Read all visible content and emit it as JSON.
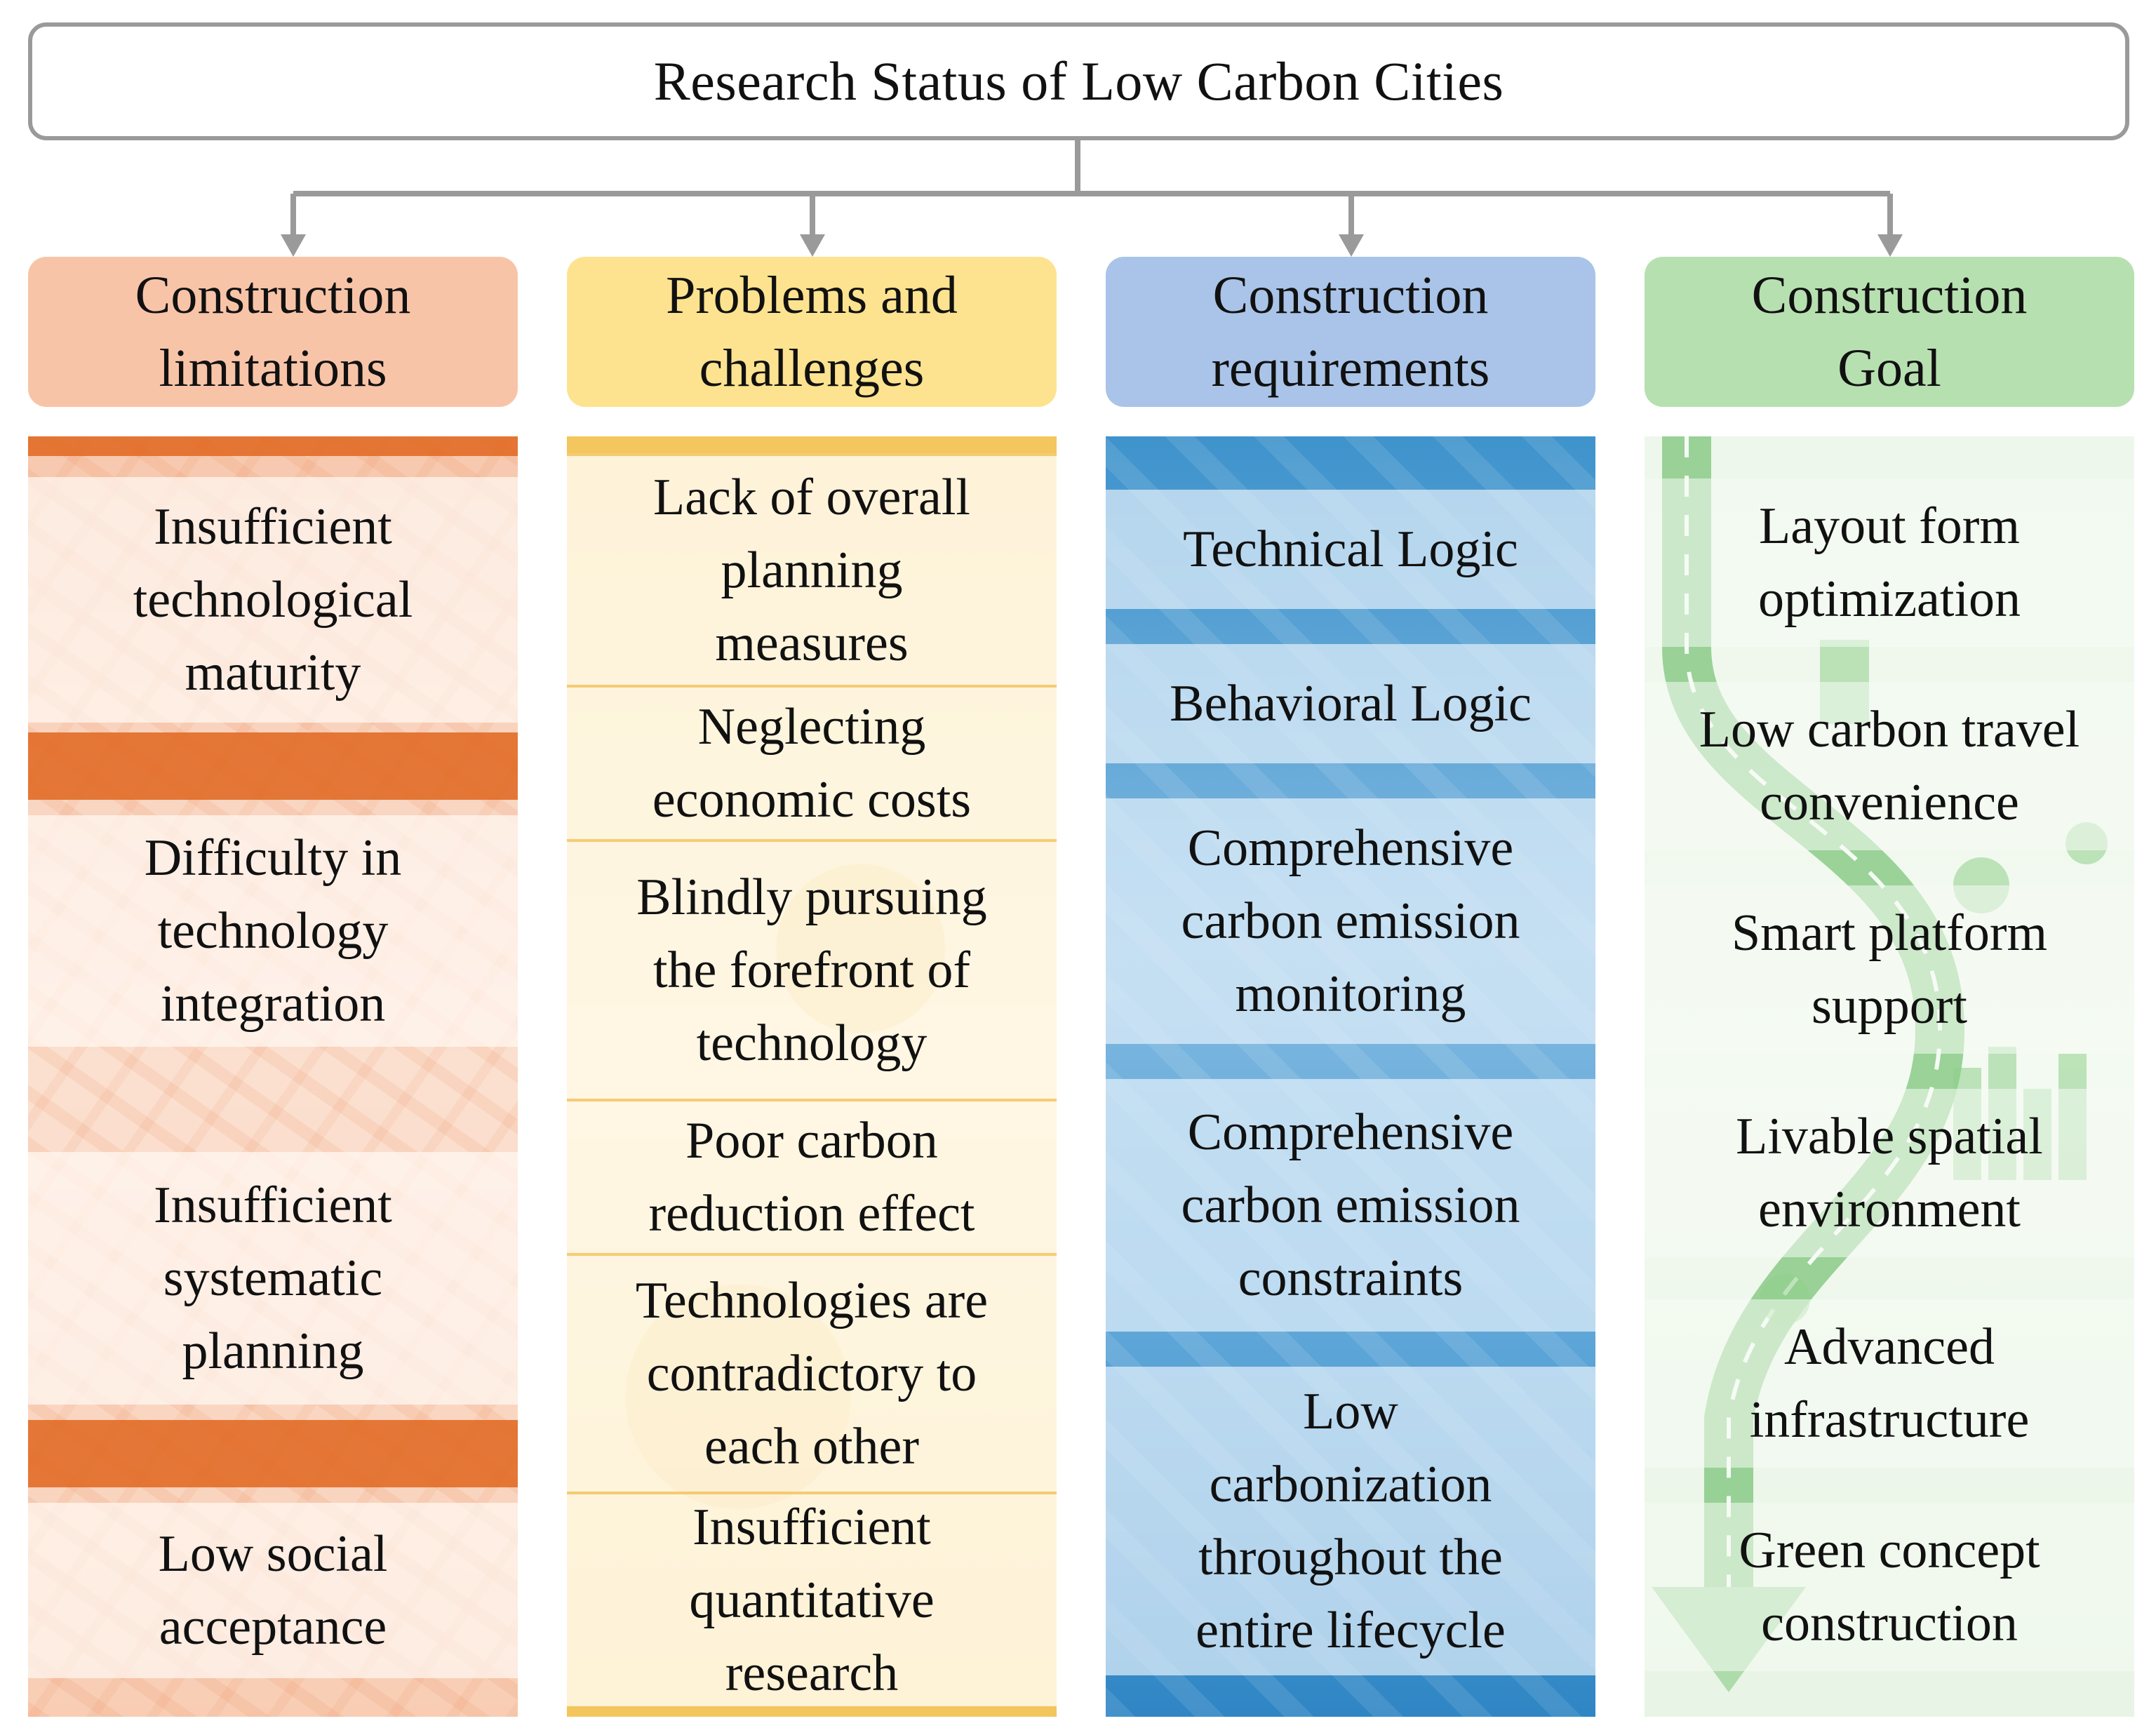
{
  "title": "Research Status of Low Carbon Cities",
  "columns": [
    {
      "header": "Construction\nlimitations",
      "color": "#f8c4a8",
      "items": [
        "Insufficient\ntechnological\nmaturity",
        "Difficulty in\ntechnology\nintegration",
        "Insufficient\nsystematic\nplanning",
        "Low social\nacceptance"
      ]
    },
    {
      "header": "Problems and\nchallenges",
      "color": "#fde38f",
      "items": [
        "Lack of overall\nplanning\nmeasures",
        "Neglecting\neconomic costs",
        "Blindly pursuing\nthe forefront of\ntechnology",
        "Poor carbon\nreduction effect",
        "Technologies are\ncontradictory to\neach other",
        "Insufficient\nquantitative\nresearch"
      ]
    },
    {
      "header": "Construction\nrequirements",
      "color": "#a9c4e8",
      "items": [
        "Technical Logic",
        "Behavioral Logic",
        "Comprehensive\ncarbon emission\nmonitoring",
        "Comprehensive\ncarbon emission\nconstraints",
        "Low\ncarbonization\nthroughout the\nentire lifecycle"
      ]
    },
    {
      "header": "Construction\nGoal",
      "color": "#b7e0b0",
      "items": [
        "Layout form\noptimization",
        "Low carbon travel\nconvenience",
        "Smart platform\nsupport",
        "Livable spatial\nenvironment",
        "Advanced\ninfrastructure",
        "Green concept\nconstruction"
      ]
    }
  ]
}
